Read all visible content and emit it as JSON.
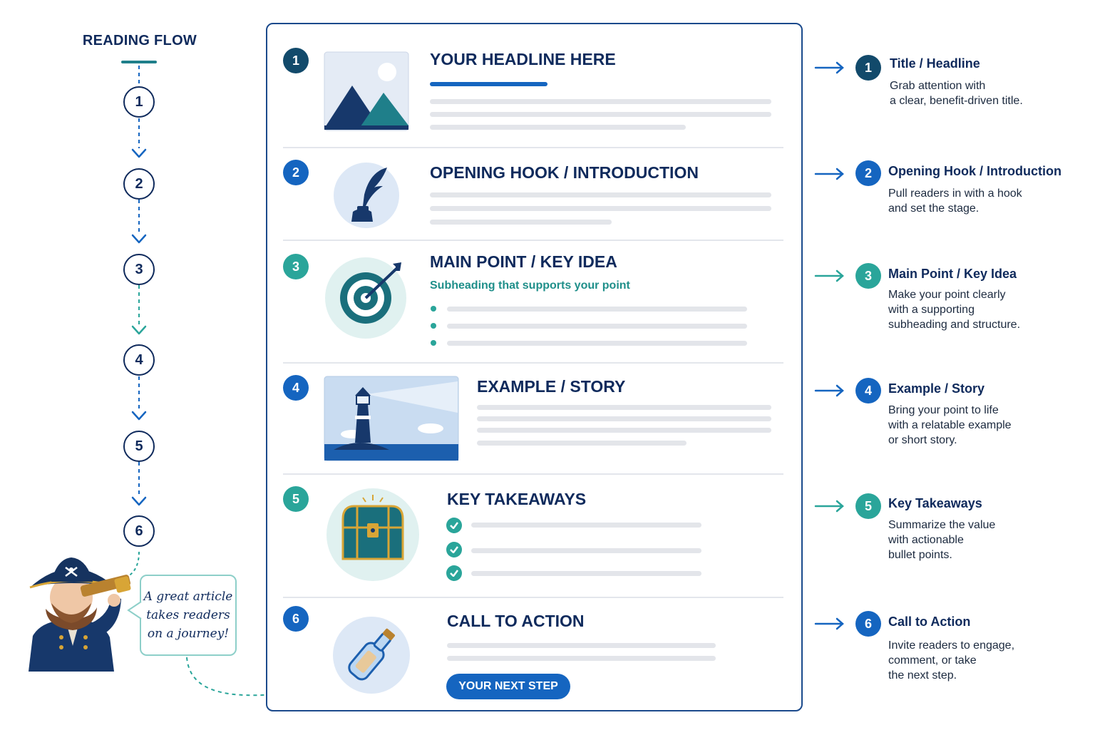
{
  "flow": {
    "title": "READING FLOW",
    "steps": [
      "1",
      "2",
      "3",
      "4",
      "5",
      "6"
    ],
    "callout_lines": [
      "A great article",
      "takes readers",
      "on a journey!"
    ]
  },
  "sections": [
    {
      "num": "1",
      "title": "YOUR HEADLINE HERE",
      "icon": "mountain-image-icon"
    },
    {
      "num": "2",
      "title": "OPENING HOOK / INTRODUCTION",
      "icon": "quill-inkwell-icon"
    },
    {
      "num": "3",
      "title": "MAIN POINT / KEY IDEA",
      "subtitle": "Subheading that supports your point",
      "icon": "target-arrow-icon"
    },
    {
      "num": "4",
      "title": "EXAMPLE / STORY",
      "icon": "lighthouse-image-icon"
    },
    {
      "num": "5",
      "title": "KEY TAKEAWAYS",
      "icon": "treasure-chest-icon"
    },
    {
      "num": "6",
      "title": "CALL TO ACTION",
      "button": "YOUR NEXT STEP",
      "icon": "message-bottle-icon"
    }
  ],
  "legend": [
    {
      "num": "1",
      "title": "Title / Headline",
      "lines": [
        "Grab attention with",
        "a clear, benefit-driven title."
      ]
    },
    {
      "num": "2",
      "title": "Opening Hook / Introduction",
      "lines": [
        "Pull readers in with a hook",
        "and set the stage."
      ]
    },
    {
      "num": "3",
      "title": "Main Point / Key Idea",
      "lines": [
        "Make your point clearly",
        "with a supporting",
        "subheading and structure."
      ]
    },
    {
      "num": "4",
      "title": "Example / Story",
      "lines": [
        "Bring your point to life",
        "with a relatable example",
        "or short story."
      ]
    },
    {
      "num": "5",
      "title": "Key Takeaways",
      "lines": [
        "Summarize the value",
        "with actionable",
        "bullet points."
      ]
    },
    {
      "num": "6",
      "title": "Call to Action",
      "lines": [
        "Invite readers to engage,",
        "comment, or take",
        "the next step."
      ]
    }
  ],
  "colors": {
    "navy": "#0f2a5c",
    "blue": "#1565c0",
    "teal": "#2aa59a",
    "dark_teal": "#124a6b"
  },
  "illustration": "pirate-with-spyglass-icon"
}
